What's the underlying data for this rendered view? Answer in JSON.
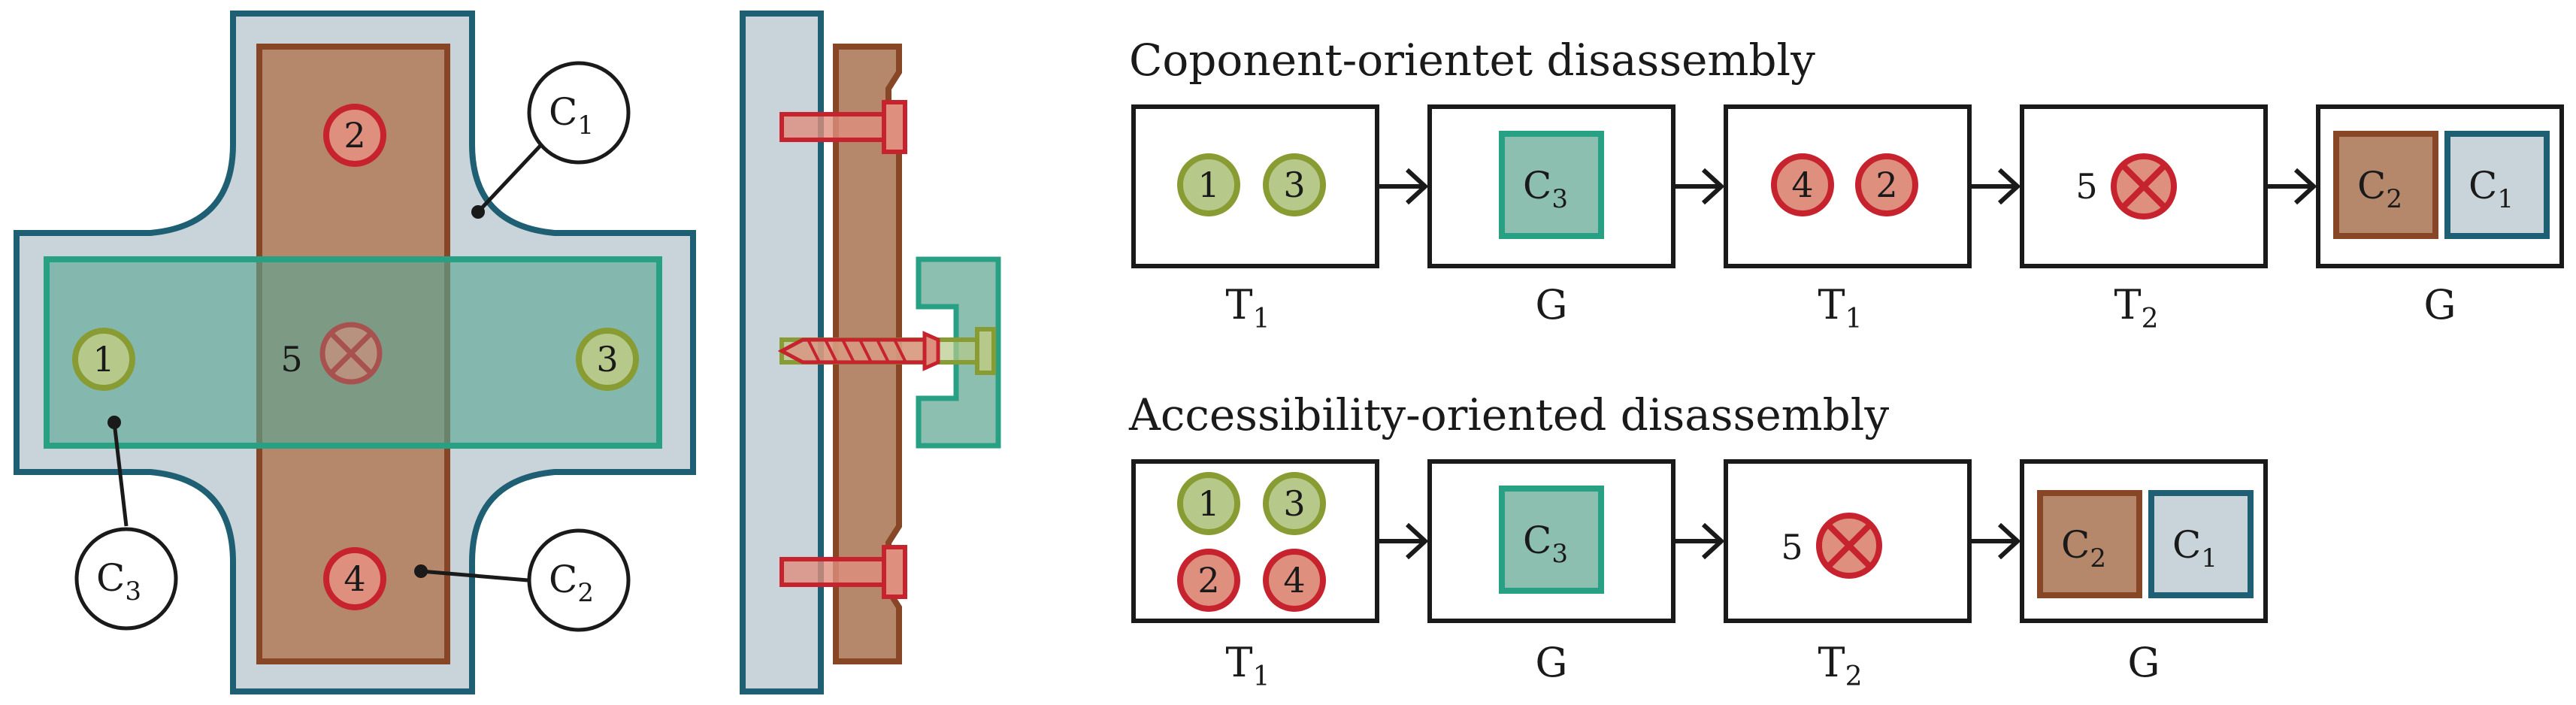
{
  "colors": {
    "c1_fill": "#c9d3da",
    "c1_stroke": "#1f5f73",
    "c2_fill": "#b5876b",
    "c2_stroke": "#874727",
    "c3_fill": "#8dbfb0",
    "c3_stroke": "#27a083",
    "green_fill": "#b7c98a",
    "green_stroke": "#889c33",
    "red_fill": "#de8f7d",
    "red_stroke": "#c6232f",
    "ink": "#1a1a1a"
  },
  "labels": {
    "c1_main": "C",
    "c1_sub": "1",
    "c2_main": "C",
    "c2_sub": "2",
    "c3_main": "C",
    "c3_sub": "3",
    "f1": "1",
    "f2": "2",
    "f3": "3",
    "f4": "4",
    "f5": "5"
  },
  "sequence_top": {
    "title": "Coponent-orientet disassembly",
    "steps": [
      {
        "tool_main": "T",
        "tool_sub": "1",
        "items": [
          "1",
          "3"
        ]
      },
      {
        "tool_main": "G",
        "tool_sub": "",
        "items": [
          "C3"
        ]
      },
      {
        "tool_main": "T",
        "tool_sub": "1",
        "items": [
          "4",
          "2"
        ]
      },
      {
        "tool_main": "T",
        "tool_sub": "2",
        "items": [
          "5"
        ]
      },
      {
        "tool_main": "G",
        "tool_sub": "",
        "items": [
          "C2",
          "C1"
        ]
      }
    ]
  },
  "sequence_bottom": {
    "title": "Accessibility-oriented disassembly",
    "steps": [
      {
        "tool_main": "T",
        "tool_sub": "1",
        "items": [
          "1",
          "3",
          "2",
          "4"
        ]
      },
      {
        "tool_main": "G",
        "tool_sub": "",
        "items": [
          "C3"
        ]
      },
      {
        "tool_main": "T",
        "tool_sub": "2",
        "items": [
          "5"
        ]
      },
      {
        "tool_main": "G",
        "tool_sub": "",
        "items": [
          "C2",
          "C1"
        ]
      }
    ]
  }
}
